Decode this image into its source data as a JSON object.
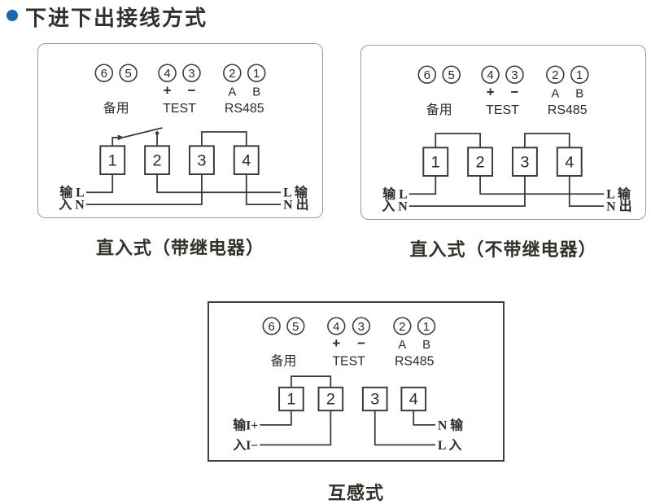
{
  "page": {
    "title": "下进下出接线方式"
  },
  "header": {
    "circles": [
      "6",
      "5",
      "4",
      "3",
      "2",
      "1"
    ],
    "polarity_plus": "+",
    "polarity_minus": "−",
    "channel_a": "A",
    "channel_b": "B",
    "label_spare": "备用",
    "label_test": "TEST",
    "label_rs485": "RS485"
  },
  "diagrams": [
    {
      "id": "direct-with-relay",
      "caption": "直入式（带继电器）",
      "terminals": [
        "1",
        "2",
        "3",
        "4"
      ],
      "left_top": "输 L",
      "left_bottom": "入 N",
      "right_top": "L 输",
      "right_bottom": "N 出"
    },
    {
      "id": "direct-without-relay",
      "caption": "直入式（不带继电器）",
      "terminals": [
        "1",
        "2",
        "3",
        "4"
      ],
      "left_top": "输 L",
      "left_bottom": "入 N",
      "right_top": "L 输",
      "right_bottom": "N 出"
    },
    {
      "id": "transformer-type",
      "caption": "互感式",
      "terminals": [
        "1",
        "2",
        "3",
        "4"
      ],
      "left_top": "输I+",
      "left_bottom": "入I−",
      "right_top": "N 输",
      "right_bottom": "L 入"
    }
  ],
  "colors": {
    "accent_bullet": "#1767ae",
    "line": "#3b3b3b",
    "text": "#2d2a27",
    "box_border_light": "#9a9a9a",
    "box_border_dark": "#3f3f3f"
  }
}
